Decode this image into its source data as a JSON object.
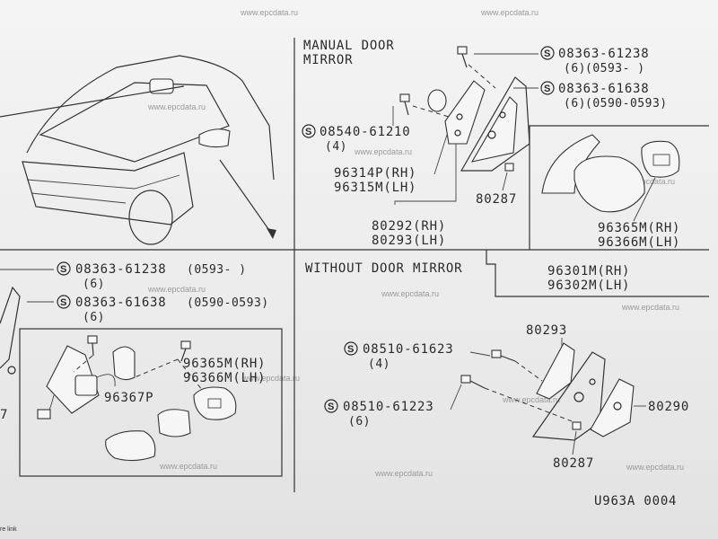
{
  "watermark": "www.epcdata.ru",
  "diagram_code": "U963A 0004",
  "sections": {
    "manual_door_mirror": {
      "title_line1": "MANUAL DOOR",
      "title_line2": "MIRROR"
    },
    "without_door_mirror": {
      "title": "WITHOUT DOOR MIRROR"
    }
  },
  "labels": {
    "s_08363_61238_top": {
      "part": "08363-61238",
      "qty": "(6)",
      "range": "(0593-    )"
    },
    "s_08363_61638_top": {
      "part": "08363-61638",
      "qty": "(6)",
      "range": "(0590-0593)"
    },
    "s_08540_61210": {
      "part": "08540-61210",
      "qty": "(4)"
    },
    "p_96314P": "96314P(RH)",
    "p_96315M": "96315M(LH)",
    "p_80287_top": "80287",
    "p_80292": "80292(RH)",
    "p_80293_top": "80293(LH)",
    "p_96365M_top": "96365M(RH)",
    "p_96366M_top": "96366M(LH)",
    "p_96301M": "96301M(RH)",
    "p_96302M": "96302M(LH)",
    "s_08363_61238_left": {
      "part": "08363-61238",
      "range": "(0593-    )",
      "qty": "(6)"
    },
    "s_08363_61638_left": {
      "part": "08363-61638",
      "range": "(0590-0593)",
      "qty": "(6)"
    },
    "p_96365M_left": "96365M(RH)",
    "p_96366M_left": "96366M(LH)",
    "p_96367P": "96367P",
    "p_7": "7",
    "p_80293_bottom": "80293",
    "s_08510_61623": {
      "part": "08510-61623",
      "qty": "(4)"
    },
    "s_08510_61223": {
      "part": "08510-61223",
      "qty": "(6)"
    },
    "p_80290": "80290",
    "p_80287_bottom": "80287"
  },
  "symbols": {
    "screw_marker": "S"
  },
  "caption": "re link"
}
